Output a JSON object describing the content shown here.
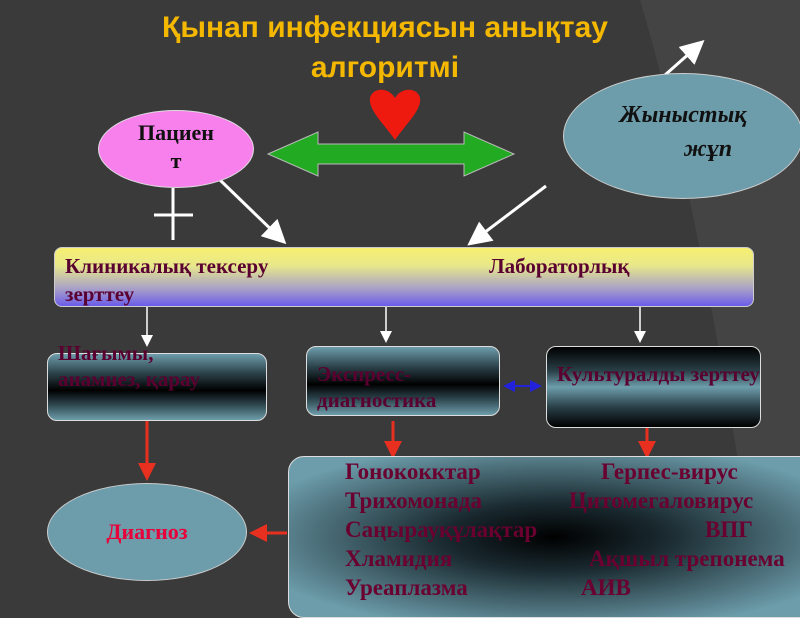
{
  "title": {
    "line1": "Қынап инфекциясын анықтау",
    "line2": "алгоритмі"
  },
  "patient": {
    "line1": "Пациен",
    "line2": "т"
  },
  "partner": {
    "line1": "Жыныстық",
    "line2": "жұп"
  },
  "exam_bar": {
    "left": "Клиникалық тексеру",
    "right": "Лабораторлық",
    "wrap": "зерттеу"
  },
  "boxes": [
    {
      "label": "Шағымы, анамнез, қарау"
    },
    {
      "label": "Экспресс-диагностика"
    },
    {
      "label": "Культуралды зерттеу"
    }
  ],
  "pathogens": {
    "left": [
      "Гонококктар",
      "Трихомонада",
      "Саңырауқұлақтар",
      "Хламидия",
      "Уреаплазма"
    ],
    "right": [
      "Герпес-вирус",
      "Цитомегаловирус",
      "ВПГ",
      "Ақшыл трепонема",
      "АИВ"
    ]
  },
  "diagnosis": "Диагноз",
  "colors": {
    "title": "#f5b800",
    "text": "#5a0030",
    "arrow_red": "#e83020",
    "arrow_green": "#22aa22"
  }
}
